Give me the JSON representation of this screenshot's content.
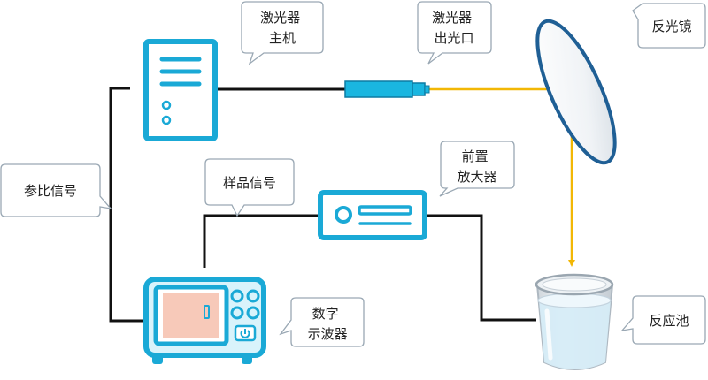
{
  "labels": {
    "laser_host": [
      "激光器",
      "主机"
    ],
    "laser_outlet": [
      "激光器",
      "出光口"
    ],
    "mirror": [
      "反光镜"
    ],
    "reference_signal": [
      "参比信号"
    ],
    "sample_signal": [
      "样品信号"
    ],
    "preamplifier": [
      "前置",
      "放大器"
    ],
    "oscilloscope": [
      "数字",
      "示波器"
    ],
    "reaction_cell": [
      "反应池"
    ]
  },
  "colors": {
    "device_stroke": "#1aa9d6",
    "device_fill": "#ffffff",
    "device_light": "#d9f3fb",
    "laser_beam": "#f2b705",
    "wire": "#111111",
    "callout_stroke": "#9aa8b4",
    "screen_fill": "#f7c9b9",
    "liquid": "#d6ecf7"
  },
  "icons": {
    "laser_host": "desktop-tower-icon",
    "laser_outlet": "laser-emitter-icon",
    "mirror": "mirror-icon",
    "preamplifier": "amplifier-unit-icon",
    "oscilloscope": "oscilloscope-icon",
    "reaction_cell": "beaker-icon"
  }
}
